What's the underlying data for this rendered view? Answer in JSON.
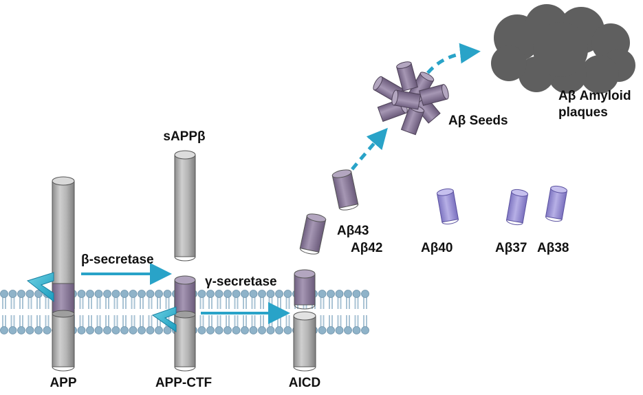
{
  "labels": {
    "app": "APP",
    "app_ctf": "APP-CTF",
    "aicd": "AICD",
    "sapp_beta": "sAPPβ",
    "beta_secretase": "β-secretase",
    "gamma_secretase": "γ-secretase",
    "abeta43": "Aβ43",
    "abeta42": "Aβ42",
    "abeta40": "Aβ40",
    "abeta37": "Aβ37",
    "abeta38": "Aβ38",
    "abeta_seeds": "Aβ Seeds",
    "plaques_line1": "Aβ Amyloid",
    "plaques_line2": "plaques"
  },
  "colors": {
    "arrow": "#29a3c8",
    "membrane_head": "#8fb3c9",
    "membrane_tail": "#a9c3d4",
    "gray_cylinder": "#a8a8a8",
    "abeta_long": "#8a7a99",
    "abeta_short": "#9a90d0",
    "plaque": "#5f5f5f"
  }
}
